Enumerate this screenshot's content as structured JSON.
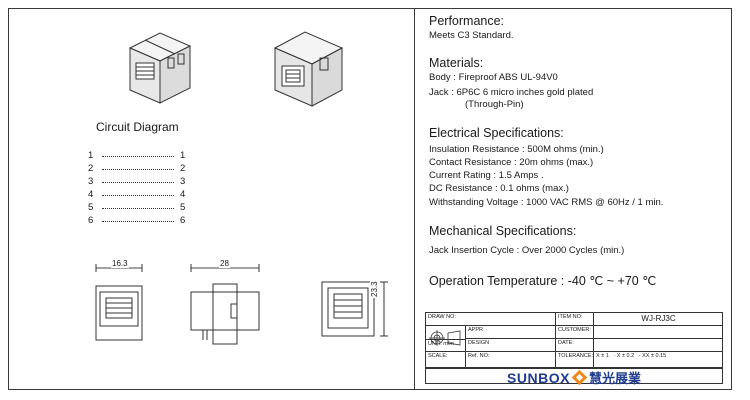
{
  "left": {
    "circuit_title": "Circuit Diagram",
    "pins_left": [
      "1",
      "2",
      "3",
      "4",
      "5",
      "6"
    ],
    "pins_right": [
      "1",
      "2",
      "3",
      "4",
      "5",
      "6"
    ],
    "dim_width": "16.3",
    "dim_length": "28",
    "dim_height": "23.3"
  },
  "right": {
    "performance_title": "Performance:",
    "performance_text": "Meets C3 Standard.",
    "materials_title": "Materials:",
    "materials_body": "Body  : Fireproof ABS UL-94V0",
    "materials_jack": "Jack   : 6P6C 6 micro inches gold plated",
    "materials_jack2": "(Through-Pin)",
    "electrical_title": "Electrical Specifications:",
    "electrical": [
      "Insulation Resistance : 500M ohms (min.)",
      "Contact Resistance : 20m ohms (max.)",
      "Current Rating : 1.5 Amps .",
      "DC Resistance : 0.1 ohms (max.)",
      "Withstanding Voltage : 1000 VAC RMS @ 60Hz / 1 min."
    ],
    "mechanical_title": "Mechanical Specifications:",
    "mechanical_text": "Jack Insertion Cycle : Over 2000 Cycles (min.)",
    "operation_temp": "Operation Temperature : -40 ℃ ~ +70 ℃"
  },
  "title_block": {
    "draw_no": "DRAW NO:",
    "item_no": "ITEM NO:",
    "item_value": "WJ-RJ3C",
    "appr": "APPR",
    "customer": "CUSTOMER:",
    "unit": "UNIT:",
    "unit_value": "m/m",
    "design": "DESIGN",
    "date": "DATE:",
    "scale": "SCALE:",
    "ref_no": "Ref. NO:",
    "tolerance": "TOLERANCE:",
    "tol_1": "X ± 1",
    "tol_2": "· X ± 0.2",
    "tol_3": "· XX ± 0.15",
    "brand_en": "SUNBOX",
    "brand_zh": "慧光展業"
  }
}
